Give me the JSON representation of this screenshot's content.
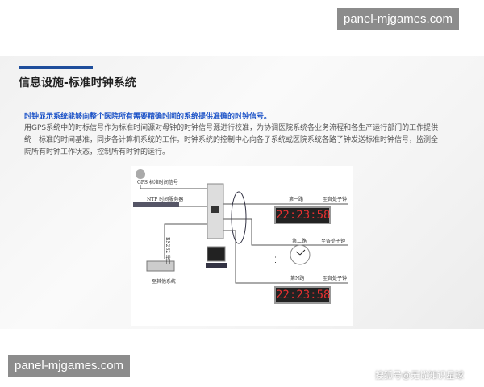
{
  "watermarks": {
    "top": "panel-mjgames.com",
    "bottom": "panel-mjgames.com",
    "source": "搜狐号@无忧知识星球"
  },
  "slide": {
    "title": "信息设施-标准时钟系统",
    "lead": "时钟显示系统能够向整个医院所有需要精确时间的系统提供准确的时钟信号。",
    "body": "用GPS系统中的时标信号作为标准时间源对母钟的时钟信号源进行校准，为协调医院系统各业务流程和各生产运行部门的工作提供统一标准的时间基准，同步各计算机系统的工作。时钟系统的控制中心向各子系统或医院系统各路子钟发送标准时钟信号，监测全院所有时钟工作状态，控制所有时钟的运行。"
  },
  "diagram": {
    "gps": "GPS 标准时间信号",
    "ntp": "NTP 时间服务器",
    "rs232": "RS232 接口",
    "other": "至其他系统",
    "route1": "第一路",
    "route2": "第二路",
    "routeN": "第N路",
    "dest": "至各处子钟",
    "clock_time": "22:23:58",
    "ellipsis": "⋮"
  },
  "colors": {
    "accent": "#1f4e9c",
    "lead": "#1f55c8",
    "led": "#e53030"
  }
}
